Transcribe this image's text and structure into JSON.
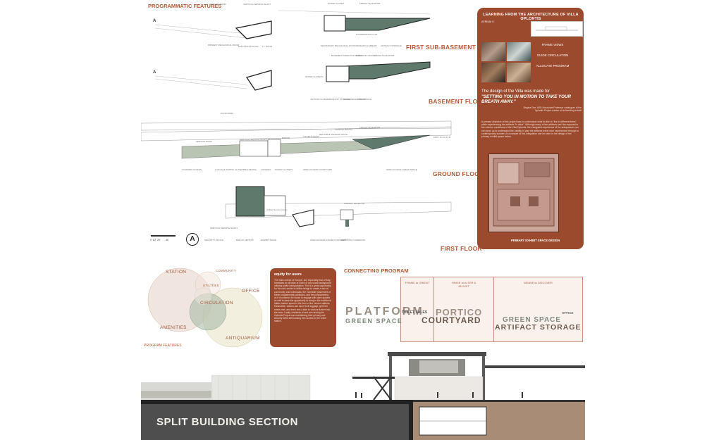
{
  "headers": {
    "programmatic": "PROGRAMMATIC FEATURES",
    "section_marker": "A",
    "section_marker_2": "A",
    "program_features": "PROGRAM FEATURES",
    "connecting_program": "CONNECTING PROGRAM",
    "split_section": "SPLIT BUILDING SECTION"
  },
  "floors": {
    "first_sub_basement": "FIRST SUB-BASEMENT FLOOR",
    "basement": "BASEMENT FLOOR",
    "ground": "GROUND FLOOR",
    "first": "FIRST FLOOR"
  },
  "scale_bar": "0  10'  20'        40",
  "north_arrow": "A",
  "right_panel": {
    "title": "LEARNING FROM THE ARCHITECTURE OF VILLA OPLONTIS",
    "subhead": "ATRIUM 5",
    "links": [
      "FRAME VIEWS",
      "GUIDE CIRCULATION",
      "ALLOCATE PROGRAM"
    ],
    "quote_lead": "The design of the Villa was made for",
    "quote": "\"SETTING YOU IN MOTION TO TAKE YOUR BREATH AWAY.\"",
    "quote_attr": "-Regina Gee, MSU Associate Professor cataloguer of the Oplontis Project curator of its traveling exhibit",
    "body": "A primary objective of this project was to understand what its like to \"live in different times\" while experiencing the artifacts \"in situe\". Although many of the artifacts can't be exposed to the exterior conditions of the Villa Oplontis, the elongated experience of the antiquarium can set users up to understand the validity of way the artifacts were once experienced through a contemporary wonder. An example of this integration can be seen in the design of the primary exhibit space below.",
    "caption": "PRIMARY EXHIBIT SPACE DESIGN"
  },
  "equity": {
    "heading": "equity for users",
    "body": "The main culture of Europe, and especially that of Italy, translates to all kinds of users of any social background utilizing public transportation. The is a great opportunity for the civic center to utilize design to create a mix of community and individuals, the incredible placement of these programmatic attributes, and the programming, as it is common for locals to engage with open spaces as well to have the opportunity to bring in the traditional Italian market space in the form of the vendor stations. Meanwhile, visitors can store their luggage, get their needs met, and even rent a bike to venture further into the town. Lastly, residents of and are running the Oplontis Project can maintaining their privacy and security while still housing free access to the entire station."
  },
  "venn": {
    "station": "STATION",
    "community": "COMMUNITY",
    "utilities": "UTILITIES",
    "office": "OFFICE",
    "circulation": "CIRCULATION",
    "amenities": "AMENITIES",
    "antiquarium": "ANTIQUARIUM"
  },
  "connecting": {
    "columns": [
      {
        "label": "FRAME to ORIENT"
      },
      {
        "label": "HINGE to ALTER & ADJUST"
      },
      {
        "label": "WEAVE to DISCOVER"
      }
    ],
    "words": {
      "platform": "PLATFORM",
      "portico": "PORTICO",
      "courtyard": "COURTYARD",
      "green1": "GREEN SPACE",
      "green2": "GREEN SPACE",
      "artifact": "ARTIFACT STORAGE",
      "ticket": "TICKET SALES",
      "office": "OFFICE"
    }
  },
  "colors": {
    "accent": "#b85a35",
    "panel": "#9b4a2e",
    "plan_green": "#5f7a6d",
    "section_ground": "#a88c75"
  }
}
